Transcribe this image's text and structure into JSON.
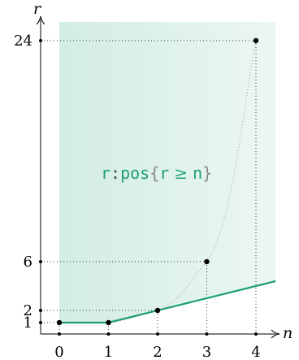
{
  "axes": {
    "x_label": "n",
    "y_label": "r",
    "x_ticks": [
      "0",
      "1",
      "2",
      "3",
      "4"
    ],
    "y_ticks": [
      "1",
      "2",
      "6",
      "24"
    ]
  },
  "annotation": {
    "prefix": "r",
    "colon": ":",
    "type": "pos",
    "open_brace": "{",
    "lhs": "r",
    "relation": "≥",
    "rhs": "n",
    "close_brace": "}"
  },
  "colors": {
    "accent": "#1e9e78",
    "region_left": "#d2ede5",
    "region_right": "#ecf6f3",
    "axis": "#000000",
    "guide": "#333333",
    "curve_dotted": "#9a9a9a"
  },
  "chart_data": {
    "type": "scatter",
    "points": [
      {
        "n": 0,
        "r": 1
      },
      {
        "n": 1,
        "r": 1
      },
      {
        "n": 2,
        "r": 2
      },
      {
        "n": 3,
        "r": 6
      },
      {
        "n": 4,
        "r": 24
      }
    ],
    "lower_bound_line": [
      {
        "n": 0,
        "r": 1
      },
      {
        "n": 1,
        "r": 1
      },
      {
        "n": 4.4,
        "r": 4.4
      }
    ],
    "xlim": [
      0,
      4.4
    ],
    "ylim": [
      0,
      26
    ]
  }
}
